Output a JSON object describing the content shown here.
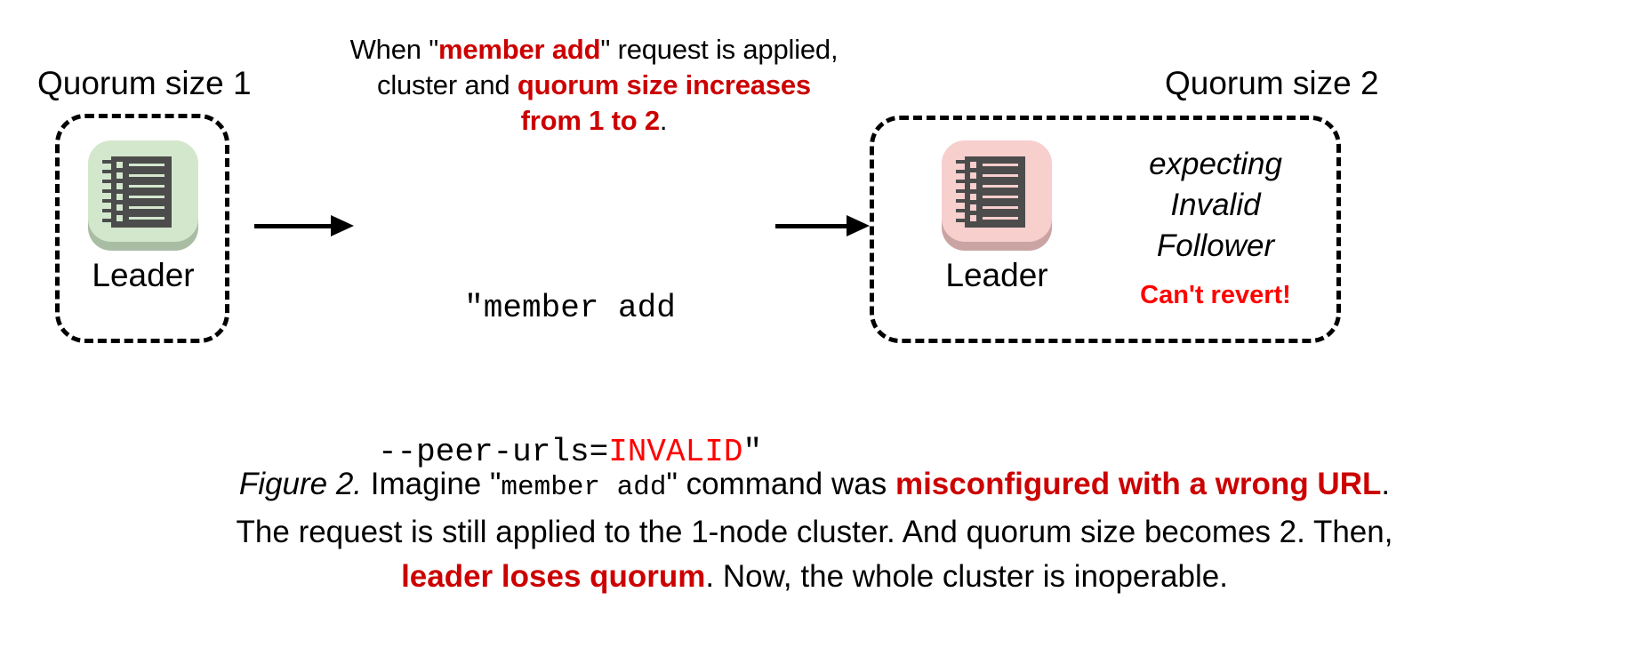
{
  "figure": {
    "colors": {
      "emphasis_dark_red": "#CC0000",
      "alert_red": "#FF0000",
      "leader_healthy_tile": "#d3e7cd",
      "leader_healthy_shadow": "#a9bda4",
      "leader_failed_tile": "#f7cfcd",
      "leader_failed_shadow": "#c9a4a2",
      "icon_body": "#4c4c4c",
      "background": "#ffffff"
    },
    "note": {
      "seg1": "When \"",
      "seg2_hl": "member add",
      "seg3": "\" request is applied,",
      "seg4": "cluster and ",
      "seg5_hl": "quorum size increases",
      "seg6_hl": "from 1 to 2",
      "seg7": "."
    },
    "left_cluster": {
      "group_label": "Quorum size 1",
      "node_caption": "Leader",
      "icon": "ledger-icon"
    },
    "right_cluster": {
      "group_label": "Quorum size 2",
      "node_caption": "Leader",
      "icon": "ledger-icon",
      "status_line_1": "expecting",
      "status_line_2": "Invalid",
      "status_line_3": "Follower",
      "status_warning": "Can't revert!"
    },
    "command": {
      "line1": "\"member add",
      "line2_prefix": "--peer-urls=",
      "line2_invalid": "INVALID",
      "line2_suffix": "\""
    },
    "caption": {
      "figure_number": "Figure 2.",
      "seg1": " Imagine \"",
      "mono1": "member add",
      "seg2": "\" command was ",
      "hl1": "misconfigured with a wrong URL",
      "seg3": ".",
      "seg4": "The request is still applied to the 1-node cluster. And quorum size becomes 2. Then,",
      "hl2": "leader loses quorum",
      "seg5": ". Now, the whole cluster is inoperable."
    }
  }
}
